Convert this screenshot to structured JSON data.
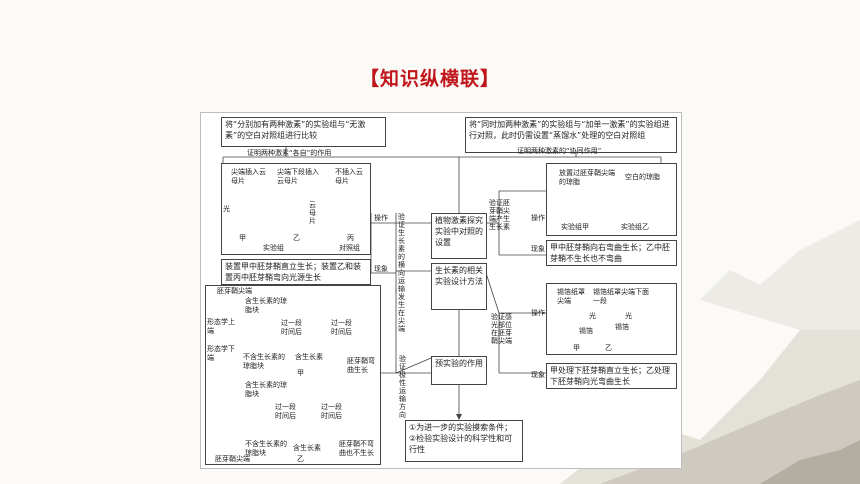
{
  "title": "【知识纵横联】",
  "top_left_box": "将“分别加有两种激素”的实验组与“无激素”的空白对照组进行比较",
  "top_right_box": "将“同时加两种激素”的实验组与“加单一激素”的实验组进行对照，此时仍需设置“蒸馏水”处理的空白对照组",
  "label_each_role": "证明两种激素“各自”的作用",
  "label_co_role": "证明两种激素的“协同作用”",
  "center_box_1": "植物激素探究实验中对照的设置",
  "center_box_2": "生长素的相关实验设计方法",
  "center_box_3": "预实验的作用",
  "bottom_center_box": "①为进一步的实验摸索条件；②检验实验设计的科学性和可行性",
  "branch_left_1": "验证生长素的横向运输发生在尖端",
  "branch_left_2": "验证极性运输方向",
  "branch_right_1": "验证胚芽鞘尖端产生生长素",
  "branch_right_2": "验证感光部位在胚芽鞘尖端",
  "op": "操作",
  "phenomenon": "现象",
  "exp1": {
    "col_a": "尖端插入云母片",
    "col_b": "尖端下段插入云母片",
    "col_c": "不插入云母片",
    "light": "光",
    "mica": "云母片",
    "jia": "甲",
    "yi": "乙",
    "bing": "丙",
    "group_exp": "实验组",
    "group_ctrl": "对照组",
    "result": "装置甲中胚芽鞘直立生长；装置乙和装置丙中胚芽鞘弯向光源生长"
  },
  "exp2": {
    "tip": "胚芽鞘尖端",
    "morph_top": "形态学上端",
    "morph_bottom": "形态学下端",
    "agar_with": "含生长素的琼脂块",
    "agar_without": "不含生长素的琼脂块",
    "after_time": "过一段时间后",
    "has_auxin": "含生长素",
    "bend": "胚芽鞘弯曲生长",
    "no_bend": "胚芽鞘不弯曲也不生长",
    "jia": "甲",
    "yi": "乙"
  },
  "exp3": {
    "place": "放置过胚芽鞘尖端的琼脂",
    "blank": "空白的琼脂",
    "group_a": "实验组甲",
    "group_b": "实验组乙",
    "result": "甲中胚芽鞘向右弯曲生长；乙中胚芽鞘不生长也不弯曲"
  },
  "exp4": {
    "cap_a": "锡箔纸罩尖端",
    "cap_b": "锡箔纸罩尖端下面一段",
    "light": "光",
    "foil": "锡箔",
    "jia": "甲",
    "yi": "乙",
    "result": "甲处理下胚芽鞘直立生长；乙处理下胚芽鞘向光弯曲生长"
  },
  "colors": {
    "title": "#c0151b",
    "line": "#444444",
    "sheet_border": "#bdbdbd"
  }
}
